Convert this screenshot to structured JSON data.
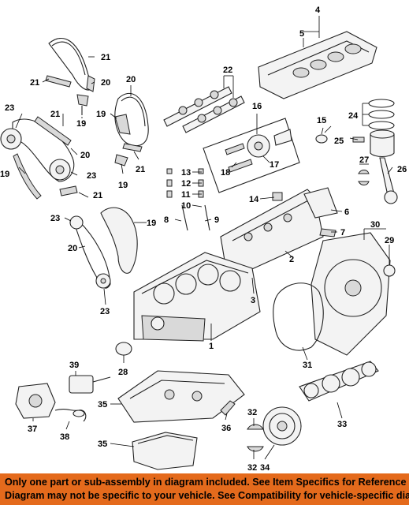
{
  "colors": {
    "footer_background": "#e46a1c",
    "footer_text": "#000000"
  },
  "diagram": {
    "labels": [
      "1",
      "2",
      "3",
      "4",
      "5",
      "6",
      "7",
      "8",
      "9",
      "10",
      "11",
      "12",
      "13",
      "14",
      "15",
      "16",
      "17",
      "18",
      "19",
      "20",
      "21",
      "22",
      "23",
      "24",
      "25",
      "26",
      "27",
      "28",
      "29",
      "30",
      "31",
      "32",
      "33",
      "34",
      "35",
      "36",
      "37",
      "38",
      "39"
    ]
  },
  "footer": {
    "line1": "Only one part or sub-assembly in diagram included. See Item Specifics for Reference #.",
    "line2": "Diagram may not be specific to your vehicle. See Compatibility for vehicle-specific diagrams."
  }
}
